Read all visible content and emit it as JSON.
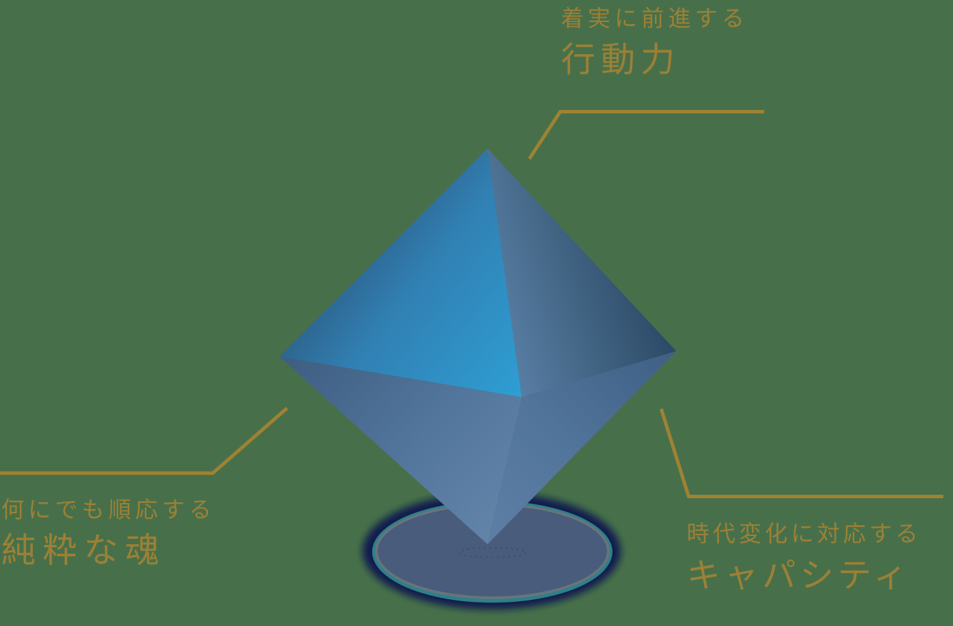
{
  "colors": {
    "background": "#47704A",
    "accent_line": "#9F8233",
    "text_gold": "#9C8036"
  },
  "labels": {
    "action": {
      "subtitle": "着実に前進する",
      "title": "行動力"
    },
    "soul": {
      "subtitle": "何にでも順応する",
      "title": "純粋な魂"
    },
    "capacity": {
      "subtitle": "時代変化に対応する",
      "title": "キャパシティ"
    }
  },
  "octahedron_faces": {
    "top_left": [
      "#294768",
      "#3180B3",
      "#2E9ED3"
    ],
    "top_right": [
      "#587DA4",
      "#466989",
      "#2B4966"
    ],
    "bottom_left": [
      "#3D5D80",
      "#52759C",
      "#6384A9"
    ],
    "bottom_right": [
      "#3F5F85",
      "#52759B",
      "#5E7FA5"
    ]
  },
  "shadow": {
    "glow": "#0E1950",
    "ring_teal": "#2E8087",
    "ring_gray": "#7A7278",
    "fill": "#4A5C7C",
    "dots": "#2B3C6B"
  }
}
